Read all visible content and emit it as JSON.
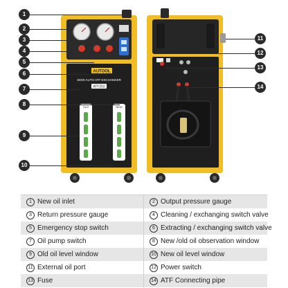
{
  "machine": {
    "brand": "AUTOOL",
    "title": "SEMI-AUTO ATF EXCHANGER",
    "model": "ATF202",
    "left_window_label": "OLD",
    "right_window_label": "NEW"
  },
  "colors": {
    "yellow": "#f0bd24",
    "body": "#1f1f1f",
    "panel": "#2a2a2a",
    "accent_red": "#d63a2a",
    "accent_blue": "#2d6fd0"
  },
  "callouts": [
    "1",
    "2",
    "3",
    "4",
    "5",
    "6",
    "7",
    "8",
    "9",
    "10",
    "11",
    "12",
    "13",
    "14"
  ],
  "legend": [
    {
      "left": {
        "n": "1",
        "text": "New oil inlet"
      },
      "right": {
        "n": "2",
        "text": "Output pressure gauge"
      }
    },
    {
      "left": {
        "n": "3",
        "text": "Return pressure gauge"
      },
      "right": {
        "n": "4",
        "text": "Cleaning / exchanging switch valve"
      }
    },
    {
      "left": {
        "n": "5",
        "text": "Emergency stop switch"
      },
      "right": {
        "n": "6",
        "text": "Extracting / exchanging switch valve"
      }
    },
    {
      "left": {
        "n": "7",
        "text": "Oil pump switch"
      },
      "right": {
        "n": "8",
        "text": "New /old oil observation window"
      }
    },
    {
      "left": {
        "n": "9",
        "text": "Old oil level window"
      },
      "right": {
        "n": "10",
        "text": "New oil level window"
      }
    },
    {
      "left": {
        "n": "11",
        "text": "External oil port"
      },
      "right": {
        "n": "12",
        "text": "Power switch"
      }
    },
    {
      "left": {
        "n": "13",
        "text": "Fuse"
      },
      "right": {
        "n": "14",
        "text": "ATF Connecting pipe"
      }
    }
  ]
}
